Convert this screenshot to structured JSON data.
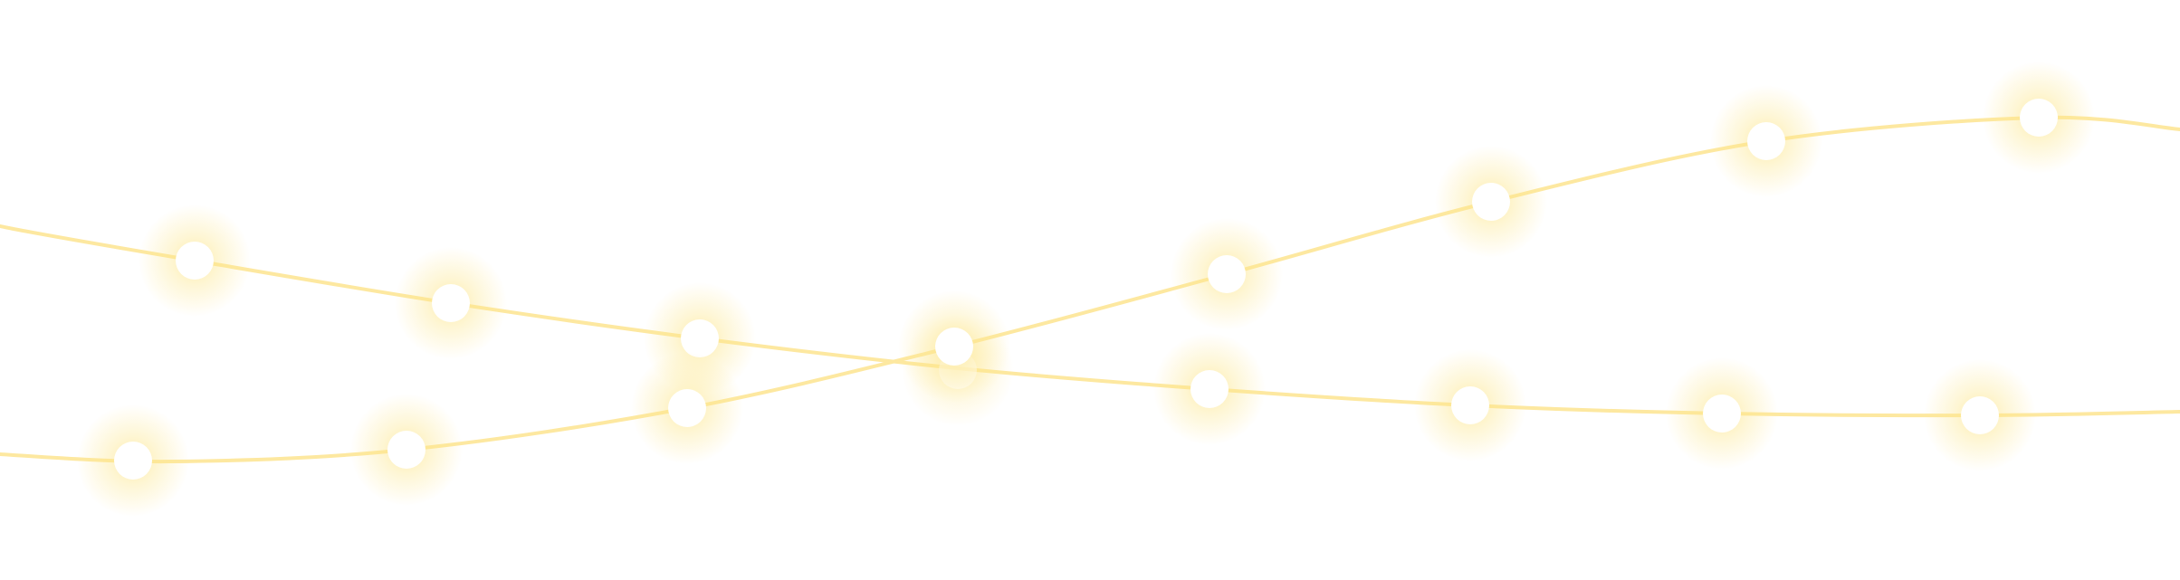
{
  "colors": {
    "background": "#ffffff",
    "line": "#fde8a0",
    "glow": "#fde68a",
    "dot": "#ffffff"
  },
  "strands": [
    {
      "name": "descending-strand",
      "bulbs": 8
    },
    {
      "name": "rising-strand",
      "bulbs": 8
    }
  ]
}
